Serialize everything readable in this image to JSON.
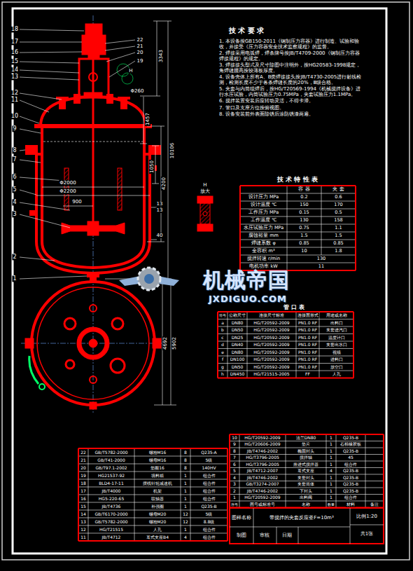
{
  "diagram": {
    "labels": [
      "18",
      "17",
      "16",
      "15",
      "14",
      "13",
      "12",
      "11",
      "10",
      "9",
      "8",
      "7",
      "6",
      "5",
      "4",
      "3",
      "2",
      "1",
      "22",
      "21",
      "20",
      "19",
      "3343",
      "Φ260",
      "1457",
      "10106",
      "1050",
      "4200",
      "Φ2000",
      "Φ2200",
      "900",
      "13",
      "13",
      "40",
      "H",
      "H",
      "放大",
      "4692",
      "5902",
      "技 术 要 求",
      "1. 本设备按GB150-2011《钢制压力容器》进行制造、试验和验收，并接受《压力容器安全技术监察规程》的监督。",
      "2. 焊接采用电弧焊，焊条牌号按JB/T4709-2000《钢制压力容器焊接规程》的规定。",
      "3. 焊接接头型式及尺寸除图中注明外，按HG20583-1998规定，角焊缝腰高按较薄板厚度。",
      "4. 设备壳体上所有A、B类焊接接头按JB/T4730-2005进行射线检测，检测长度不少于各条焊缝长度的20%，Ⅲ级合格。",
      "5. 夹套与内筒组焊后，按HG/T20569-1994《机械搅拌设备》进行水压试验，内筒试验压力0.75MPa，夹套试验压力1.1MPa。",
      "6. 搅拌装置安装后应转动灵活，不得卡滞。",
      "7. 管口及支座方位按俯视图。",
      "8. 设备安装前外表面除锈后涂防锈漆两遍。",
      "技 术 特 性 表",
      "容 器",
      "夹 套",
      "设计压力 MPa",
      "0.2",
      "0.6",
      "设计温度 ℃",
      "150",
      "170",
      "工作压力 MPa",
      "0.15",
      "0.5",
      "工作温度 ℃",
      "130",
      "158",
      "水压试验压力 MPa",
      "0.75",
      "1.1",
      "腐蚀裕量 mm",
      "1.5",
      "1.5",
      "焊缝系数 φ",
      "0.85",
      "0.85",
      "全容积 m³",
      "10",
      "1.8",
      "搅拌转速 r/min",
      "130",
      "电机功率 kW",
      "11",
      "管 口 表",
      "符号",
      "公称尺寸",
      "连接尺寸标准",
      "连接面形式",
      "用途或名称",
      "a",
      "DN80",
      "HG/T20592-2009",
      "PN1.0 RF",
      "出料口",
      "b",
      "DN50",
      "HG/T20592-2009",
      "PN1.0 RF",
      "夹套进汽口",
      "c",
      "DN25",
      "HG/T20592-2009",
      "PN1.0 RF",
      "温度计口",
      "d",
      "DN40",
      "HG/T20592-2009",
      "PN1.0 RF",
      "夹套出水口",
      "e",
      "DN80",
      "HG/T20592-2009",
      "PN1.0 RF",
      "视镜",
      "f",
      "DN100",
      "HG/T20592-2009",
      "PN1.0 RF",
      "进料口",
      "g",
      "DN50",
      "HG/T20592-2009",
      "PN1.0 RF",
      "放空口",
      "h",
      "DN450",
      "HG/T21515-2005",
      "FF",
      "人孔",
      "机械帝国",
      "JXDIGUO.COM",
      "22",
      "GB/T5782-2000",
      "螺栓M16",
      "8",
      "Q235-A",
      "21",
      "GB/T41-2000",
      "螺母M16",
      "8",
      "5级",
      "20",
      "GB/T97.1-2002",
      "垫圈16",
      "8",
      "140HV",
      "19",
      "HG21537-92",
      "填料箱",
      "1",
      "组合件",
      "18",
      "BLD4-17-11",
      "摆线针轮减速机",
      "1",
      "组合件",
      "17",
      "JB/T4000",
      "机架",
      "1",
      "组合件",
      "16",
      "HG5-220-65",
      "联轴器",
      "1",
      "组合件",
      "15",
      "JB/T4736",
      "补强圈",
      "1",
      "Q235-B",
      "14",
      "GB/T6170-2000",
      "螺母M20",
      "12",
      "5级",
      "13",
      "GB/T5782-2000",
      "螺栓M20",
      "12",
      "8.8级",
      "12",
      "HG/T21515",
      "人孔",
      "1",
      "组合件",
      "11",
      "JB/T4712",
      "耳式支座B4",
      "4",
      "组合件",
      "10",
      "HG/T20592-2009",
      "法兰DN80",
      "1",
      "Q235-B",
      "9",
      "HG/T20606-2009",
      "垫片",
      "1",
      "石棉橡胶板",
      "8",
      "JB/T4746-2002",
      "椭圆封头",
      "1",
      "Q235-B",
      "7",
      "HG/T3796-2005",
      "搅拌轴",
      "1",
      "45",
      "6",
      "HG/T3796-2005",
      "推进式搅拌器",
      "1",
      "组合件",
      "5",
      "JB/T4712-2007",
      "耳式支座",
      "4",
      "Q235-B",
      "4",
      "JB/T4746-2002",
      "夹套封头",
      "1",
      "Q235-B",
      "3",
      "GB/T3274-2007",
      "夹套筒体",
      "1",
      "Q235-B",
      "2",
      "JB/T4746-2002",
      "下封头",
      "1",
      "Q235-B",
      "1",
      "HG/T20592-2009",
      "出料阀",
      "1",
      "组合件",
      "序号",
      "图号或标准号",
      "名称",
      "数量",
      "材料",
      "备注",
      "图样名称",
      "带搅拌的夹套反应釜F=10m³",
      "比例1:20",
      "共1张",
      "制图",
      "审核",
      "日期"
    ]
  }
}
